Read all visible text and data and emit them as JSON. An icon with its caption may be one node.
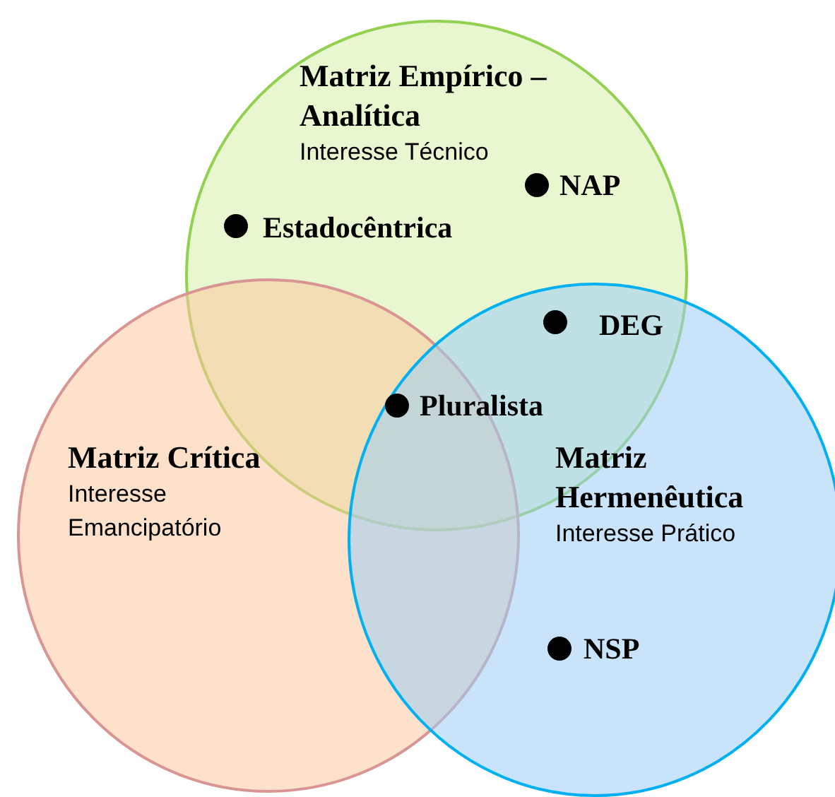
{
  "diagram": {
    "nodes": [
      {
        "text": [
          "Matriz Empírico – Analítica",
          "Interesse Técnico"
        ]
      },
      {
        "text": [
          "Matriz Crítica",
          "Interesse Emancipatório"
        ]
      },
      {
        "text": [
          "Matriz Hermenêutica",
          "Interesse Prático"
        ]
      }
    ],
    "labels": [
      "NAP",
      "Estadocêntrica",
      "DEG",
      "Pluralista",
      "NSP"
    ]
  }
}
